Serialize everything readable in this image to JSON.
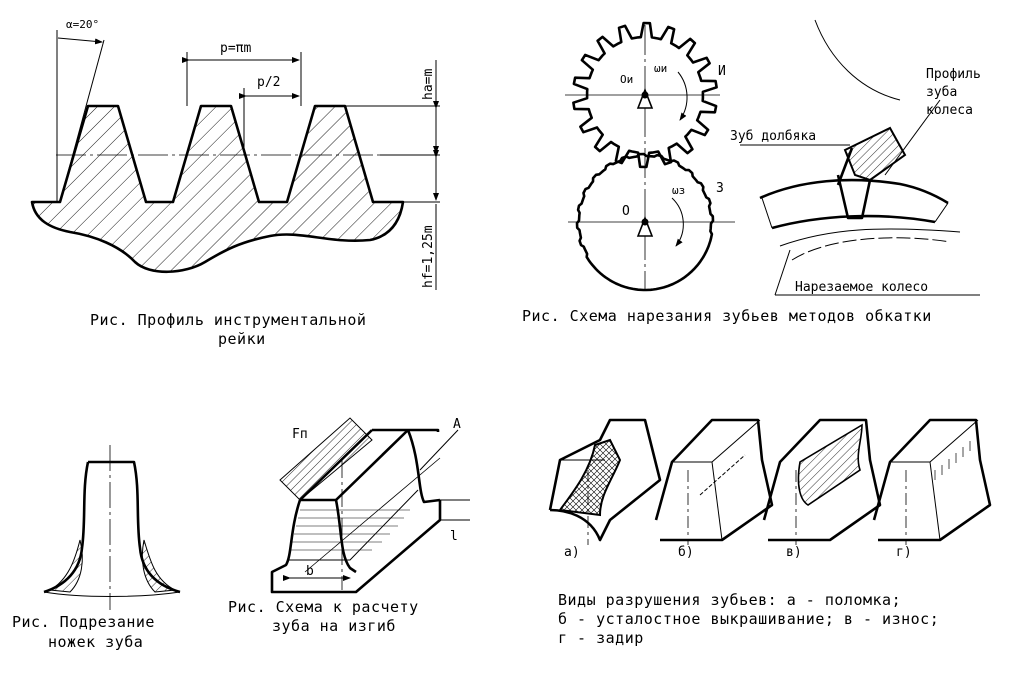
{
  "rack": {
    "caption_line1": "Рис. Профиль инструментальной",
    "caption_line2": "рейки",
    "angle_label": "α=20°",
    "pitch_label": "p=πm",
    "half_pitch_label": "p/2",
    "addendum_label": "ha=m",
    "dedendum_label": "hf=1,25m"
  },
  "generation": {
    "caption": "Рис.  Схема нарезания зубьев методов обкатки",
    "cutter_center": "Oи",
    "cutter_omega": "ωи",
    "cutter_letter": "И",
    "gear_center": "O",
    "gear_omega": "ωз",
    "gear_letter": "З",
    "label_tooth_profile_1": "Профиль",
    "label_tooth_profile_2": "зуба",
    "label_tooth_profile_3": "колеса",
    "label_cutter_tooth": "Зуб долбяка",
    "label_cut_wheel": "Нарезаемое колесо"
  },
  "undercut": {
    "caption_line1": "Рис. Подрезание",
    "caption_line2": "ножек зуба"
  },
  "bending": {
    "caption_line1": "Рис. Схема к расчету",
    "caption_line2": "зуба на изгиб",
    "force_label": "Fп",
    "section_label": "A",
    "width_label": "b",
    "length_label": "l"
  },
  "failures": {
    "caption_line1": "Виды разрушения зубьев: а - поломка;",
    "caption_line2": "б - усталостное выкрашивание; в - износ;",
    "caption_line3": "г - задир",
    "labels": [
      "а)",
      "б)",
      "в)",
      "г)"
    ]
  }
}
